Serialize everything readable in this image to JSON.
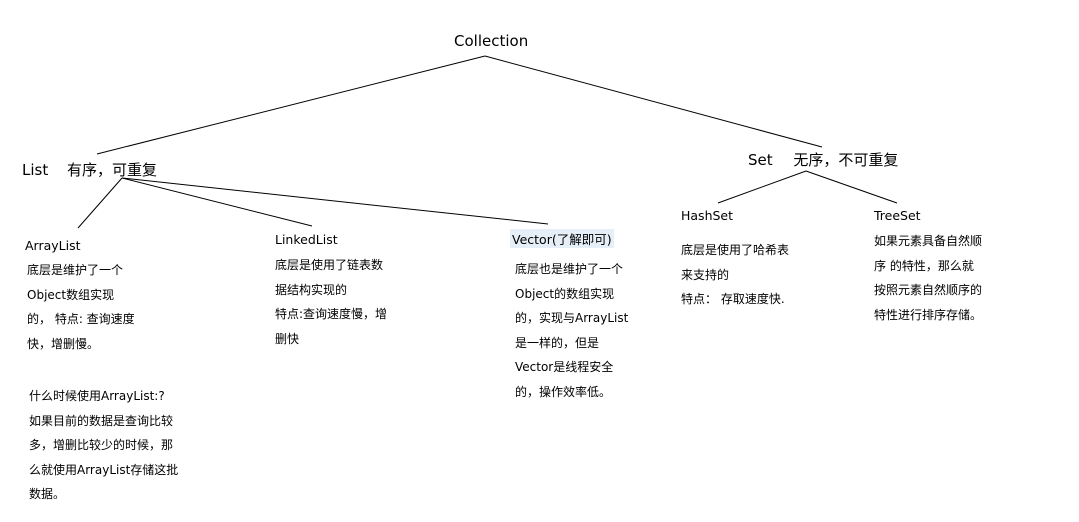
{
  "diagram": {
    "root": "Collection",
    "list": {
      "label": "List",
      "description": "有序，可重复",
      "children": [
        {
          "name": "ArrayList",
          "lines": [
            "底层是维护了一个",
            "Object数组实现",
            "的，  特点: 查询速度",
            "快，增删慢。"
          ],
          "usage_lines": [
            "什么时候使用ArrayList:?",
            "如果目前的数据是查询比较",
            "多，增删比较少的时候，那",
            "么就使用ArrayList存储这批",
            "数据。"
          ]
        },
        {
          "name": "LinkedList",
          "lines": [
            "底层是使用了链表数",
            "据结构实现的",
            "特点:查询速度慢，增",
            "删快"
          ]
        },
        {
          "name": "Vector(了解即可)",
          "lines": [
            "底层也是维护了一个",
            "Object的数组实现",
            "的，实现与ArrayList",
            "是一样的，但是",
            "Vector是线程安全",
            "的，操作效率低。"
          ]
        }
      ]
    },
    "set": {
      "label": "Set",
      "description": "无序，不可重复",
      "children": [
        {
          "name": "HashSet",
          "lines": [
            "底层是使用了哈希表",
            "来支持的",
            "特点：  存取速度快."
          ]
        },
        {
          "name": "TreeSet",
          "lines": [
            "如果元素具备自然顺",
            "序 的特性，那么就",
            "按照元素自然顺序的",
            "特性进行排序存储。"
          ]
        }
      ]
    }
  },
  "colors": {
    "line": "#000000",
    "text": "#000000",
    "highlight": "#e6eef8"
  }
}
